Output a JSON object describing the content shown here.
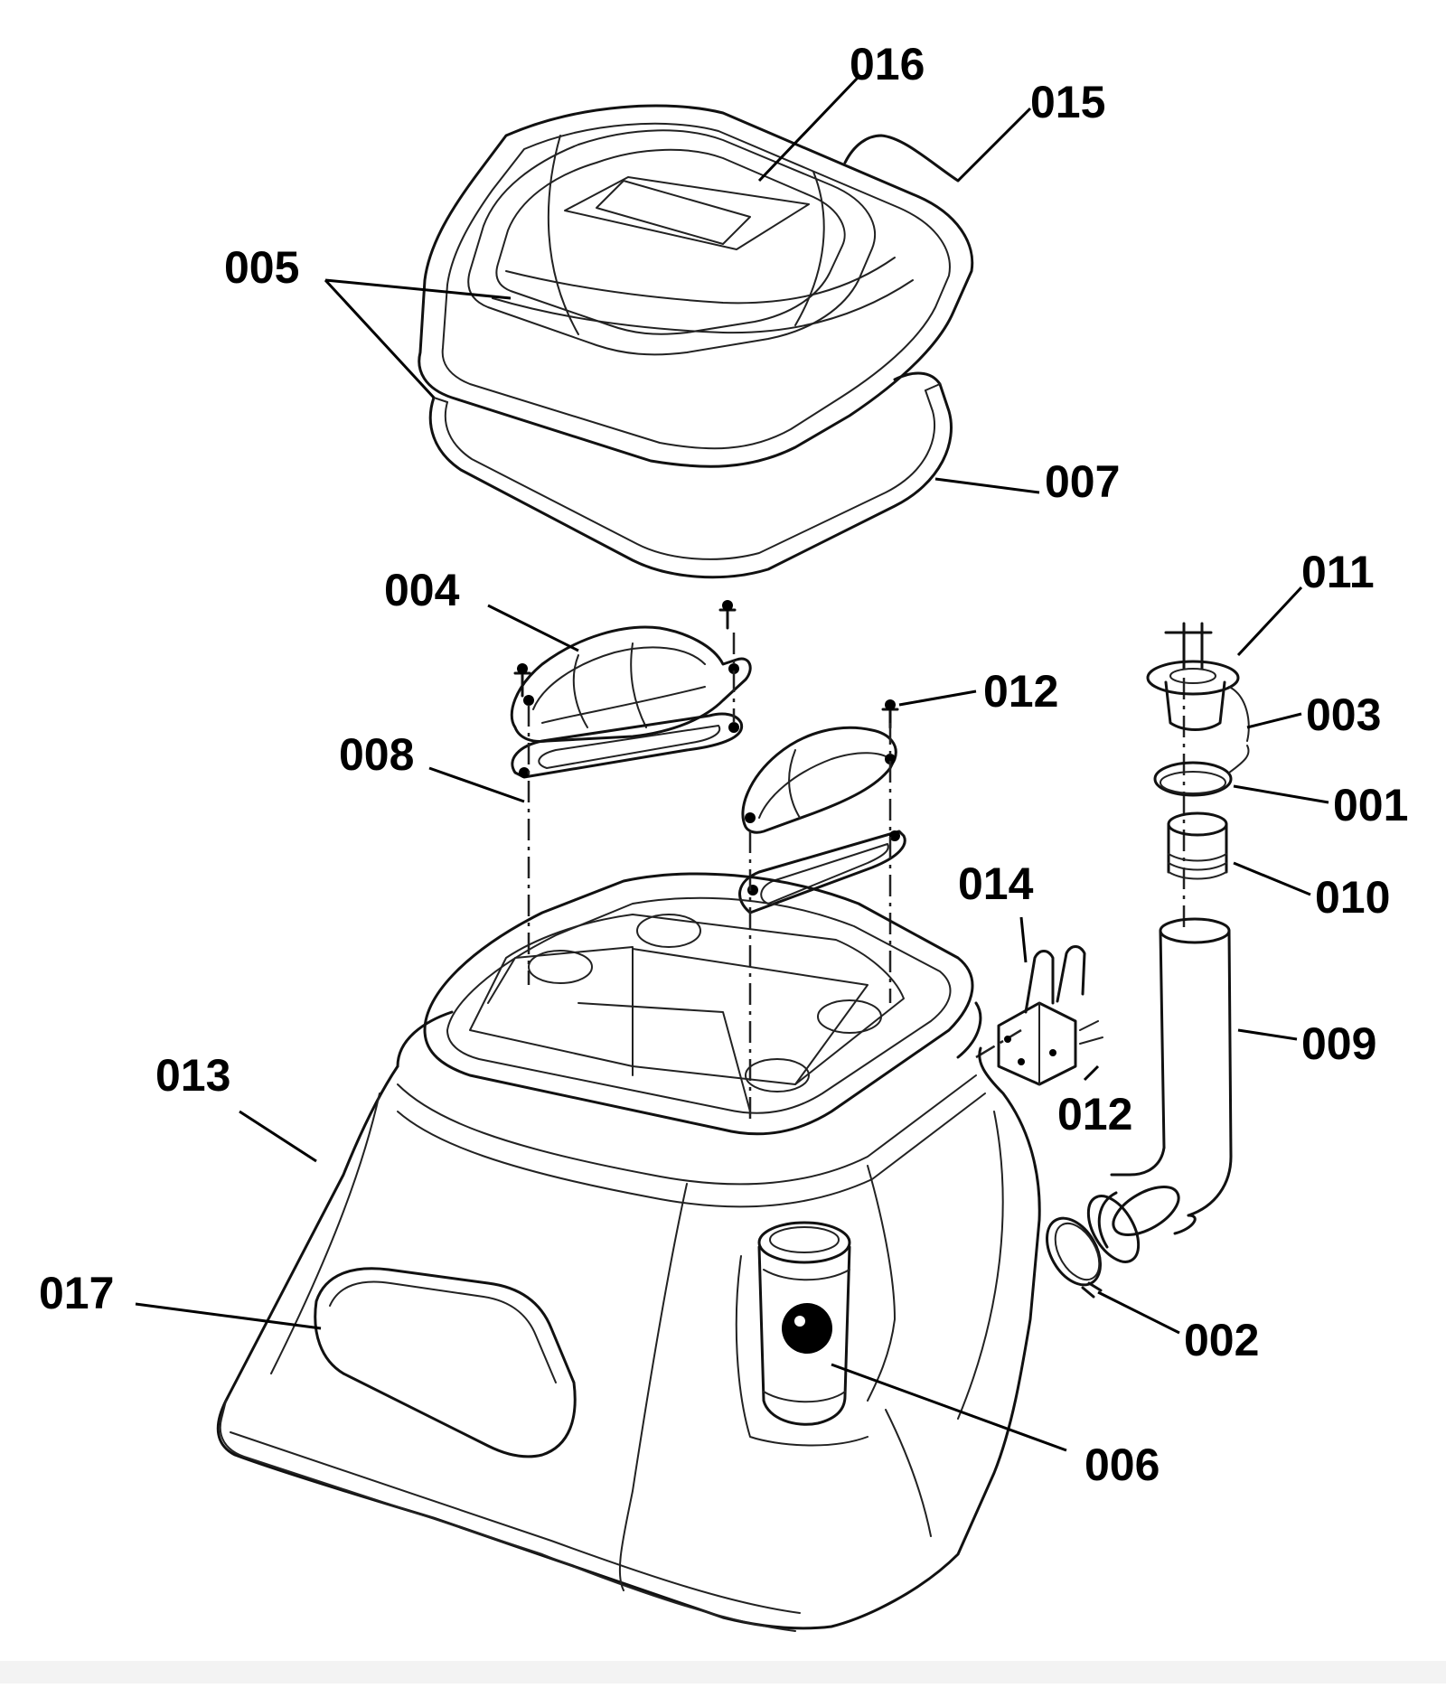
{
  "diagram": {
    "type": "exploded-parts-diagram",
    "callouts": [
      {
        "id": "016",
        "label": "016"
      },
      {
        "id": "015",
        "label": "015"
      },
      {
        "id": "005",
        "label": "005"
      },
      {
        "id": "007",
        "label": "007"
      },
      {
        "id": "004",
        "label": "004"
      },
      {
        "id": "012a",
        "label": "012"
      },
      {
        "id": "008",
        "label": "008"
      },
      {
        "id": "011",
        "label": "011"
      },
      {
        "id": "003",
        "label": "003"
      },
      {
        "id": "001",
        "label": "001"
      },
      {
        "id": "010",
        "label": "010"
      },
      {
        "id": "014",
        "label": "014"
      },
      {
        "id": "009",
        "label": "009"
      },
      {
        "id": "012b",
        "label": "012"
      },
      {
        "id": "013",
        "label": "013"
      },
      {
        "id": "017",
        "label": "017"
      },
      {
        "id": "002",
        "label": "002"
      },
      {
        "id": "006",
        "label": "006"
      }
    ]
  }
}
